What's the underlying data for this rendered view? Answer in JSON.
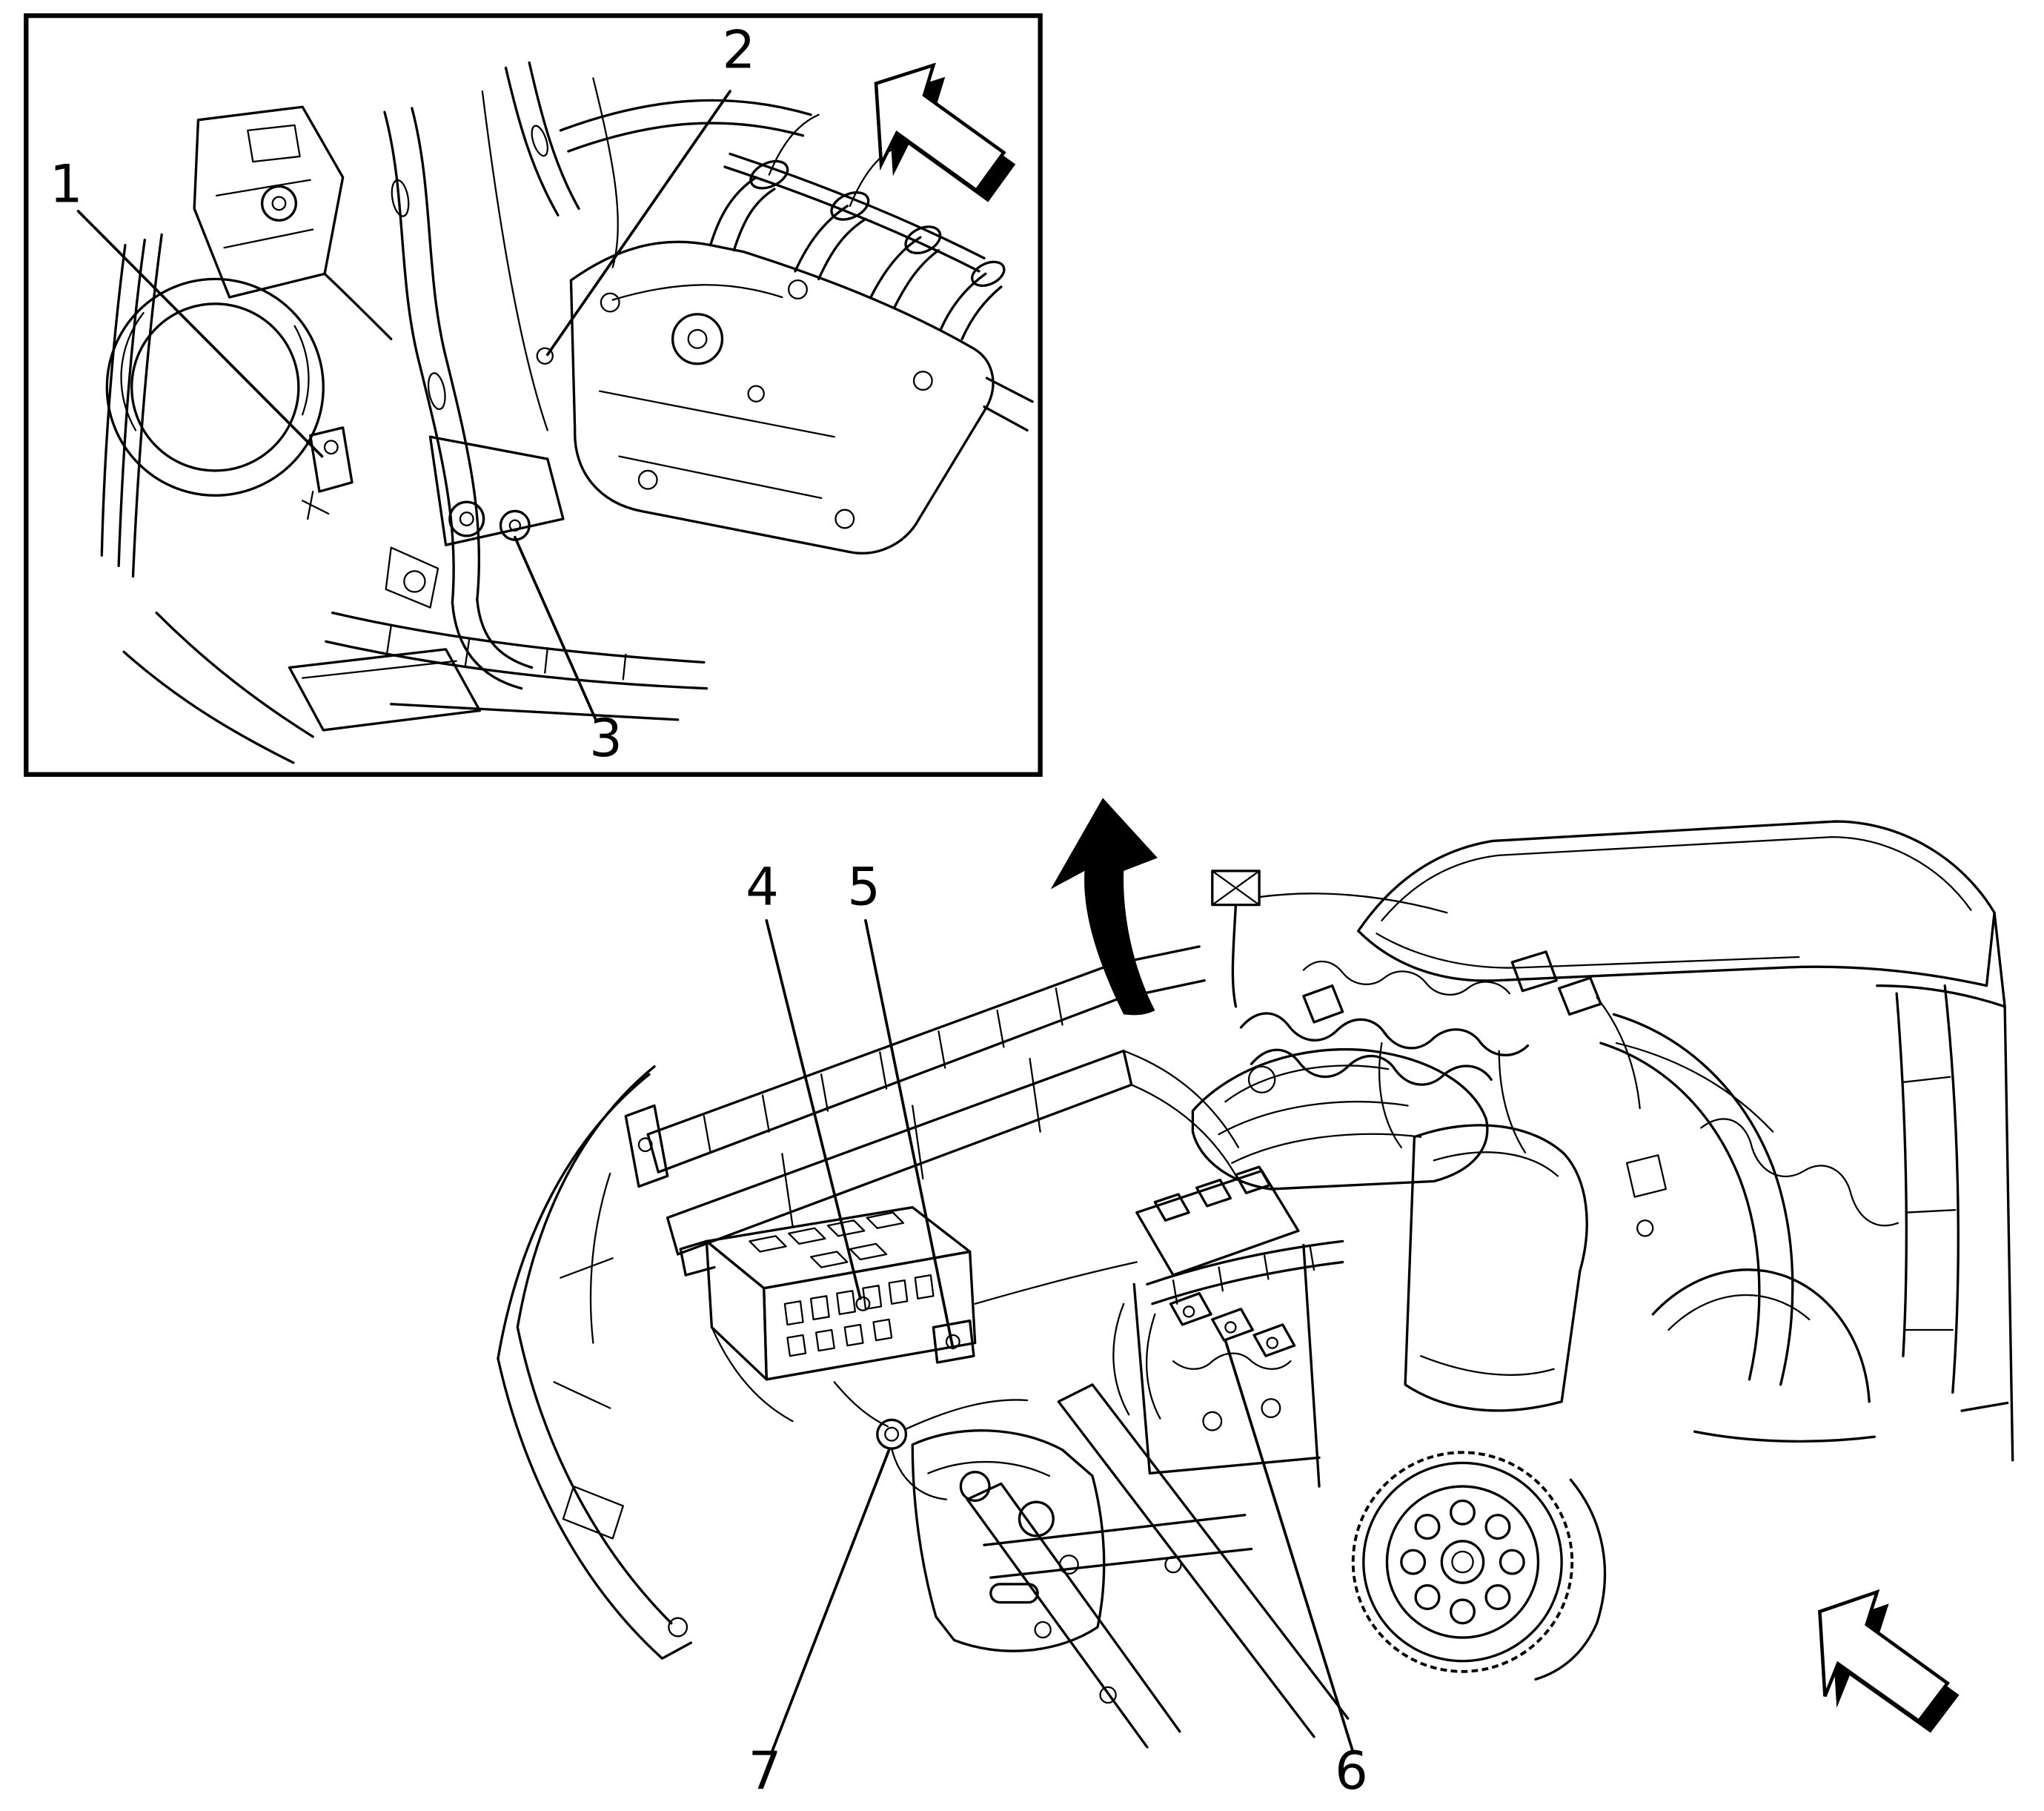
{
  "figure": {
    "type": "technical-illustration",
    "background_color": "#ffffff",
    "line_color": "#000000",
    "inset": {
      "callouts": [
        {
          "label": "1"
        },
        {
          "label": "2"
        },
        {
          "label": "3"
        }
      ],
      "direction_arrow_icon": "arrow-up-left-outline"
    },
    "main": {
      "callouts": [
        {
          "label": "4"
        },
        {
          "label": "5"
        },
        {
          "label": "6"
        },
        {
          "label": "7"
        }
      ],
      "direction_arrow_icon": "arrow-up-left-outline",
      "detail_arrow_icon": "curved-arrow-black"
    }
  }
}
